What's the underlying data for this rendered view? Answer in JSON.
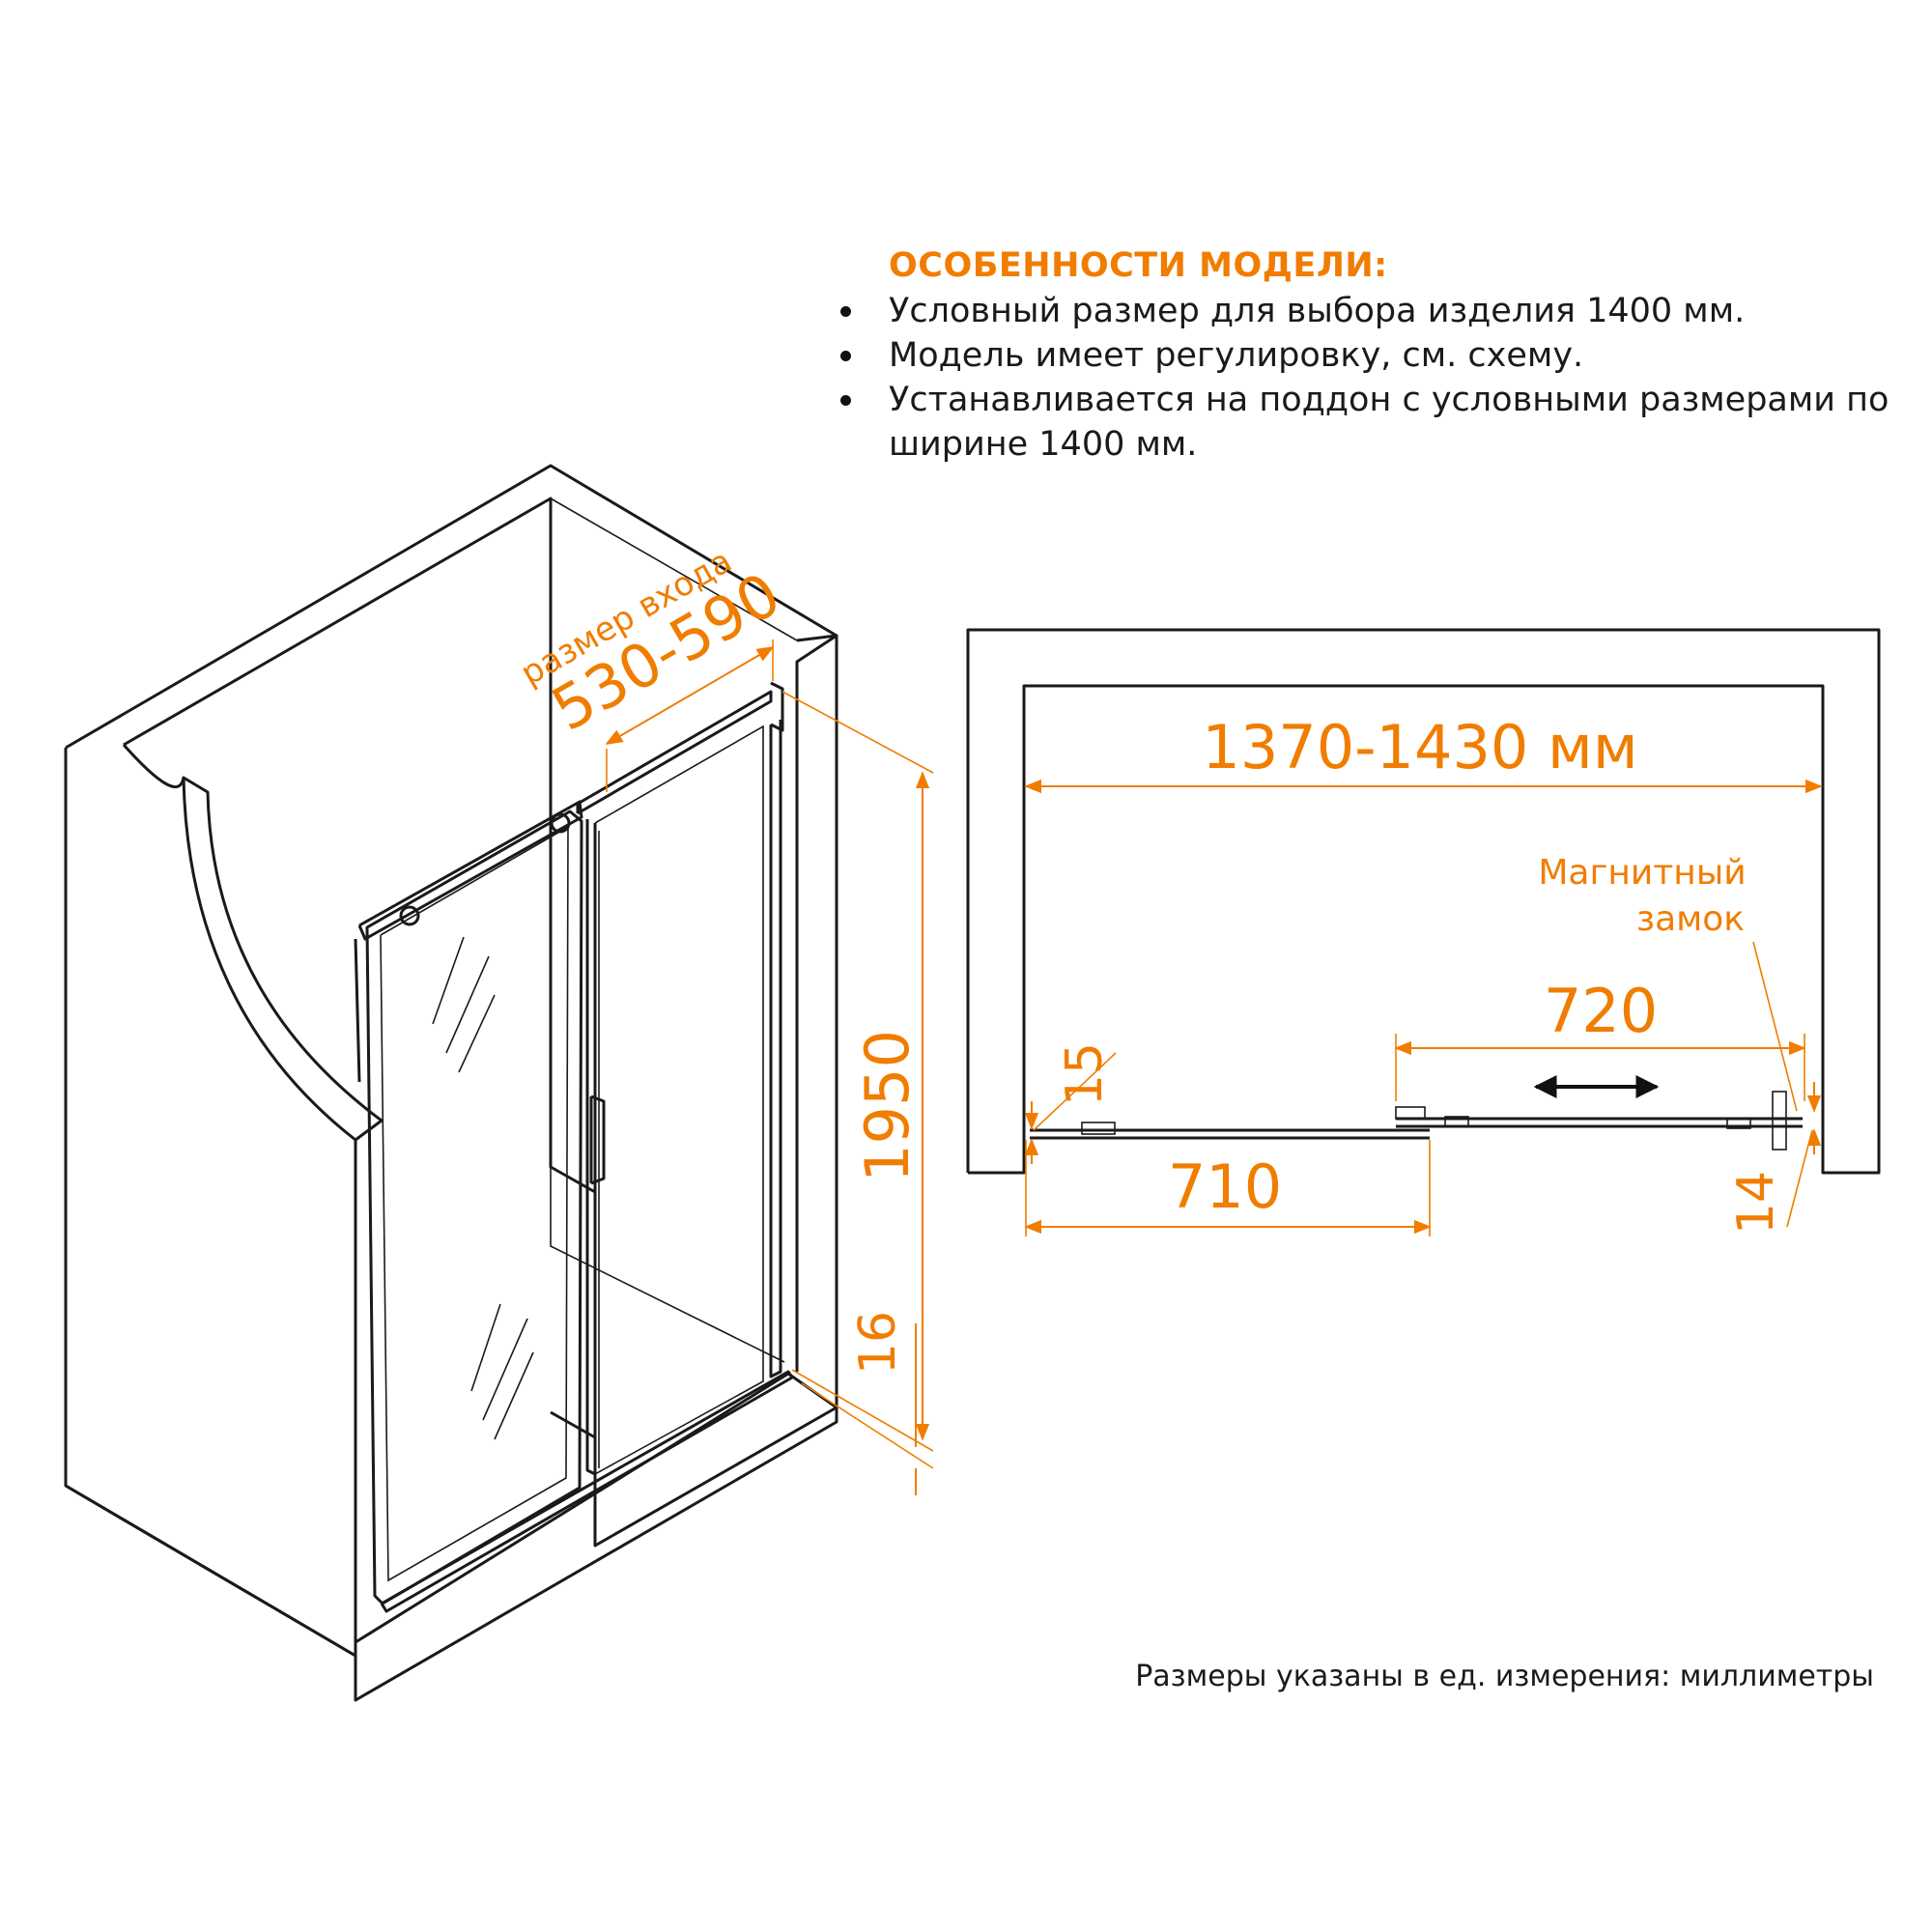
{
  "features": {
    "title": "ОСОБЕННОСТИ МОДЕЛИ:",
    "items": [
      "Условный размер для выбора изделия 1400 мм.",
      "Модель имеет регулировку, см. схему.",
      "Устанавливается на поддон с условными размерами по ширине 1400 мм."
    ]
  },
  "iso_view": {
    "entry_label": "размер входа",
    "entry_value": "530-590",
    "height_value": "1950",
    "tray_value": "16"
  },
  "plan_view": {
    "width_value": "1370-1430 мм",
    "magnet_line1": "Магнитный",
    "magnet_line2": "замок",
    "door_value": "720",
    "fixed_value": "710",
    "left_gap_value": "15",
    "right_gap_value": "14"
  },
  "footnote": "Размеры указаны в ед. измерения: миллиметры",
  "colors": {
    "accent": "#f07d00",
    "line": "#1a1a1a"
  }
}
